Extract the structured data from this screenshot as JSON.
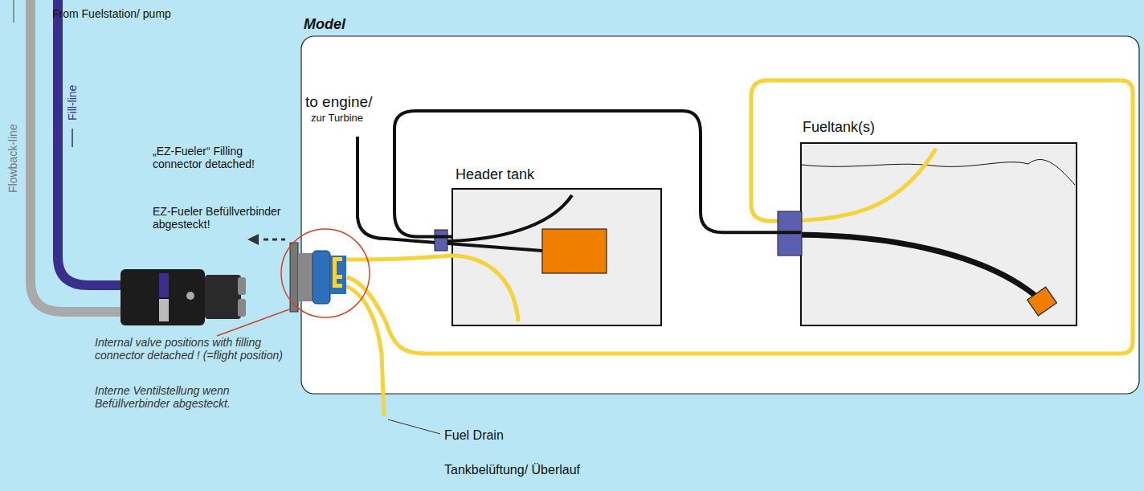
{
  "diagram": {
    "nodes": [
      {
        "text": [
          "Model"
        ]
      },
      {
        "text": [
          "Header tank"
        ],
        "in": 0
      },
      {
        "text": [
          "Fueltank(s)"
        ],
        "in": 0
      }
    ],
    "edges": [
      {
        "from": 1,
        "to": 2,
        "arrow": "none"
      }
    ],
    "labels": [
      "From Fuelstation/ pump",
      "Flowback-line",
      "Fill-line",
      "„EZ-Fueler“ Filling connector detached!",
      "EZ-Fueler Befüllverbinder abgesteckt!",
      "to engine/",
      "zur Turbine",
      "Internal valve positions with filling connector detached ! (=flight position)",
      "Interne Ventilstellung wenn Befüllverbinder abgesteckt.",
      "Fuel Drain",
      "Tankbelüftung/ Überlauf"
    ]
  }
}
